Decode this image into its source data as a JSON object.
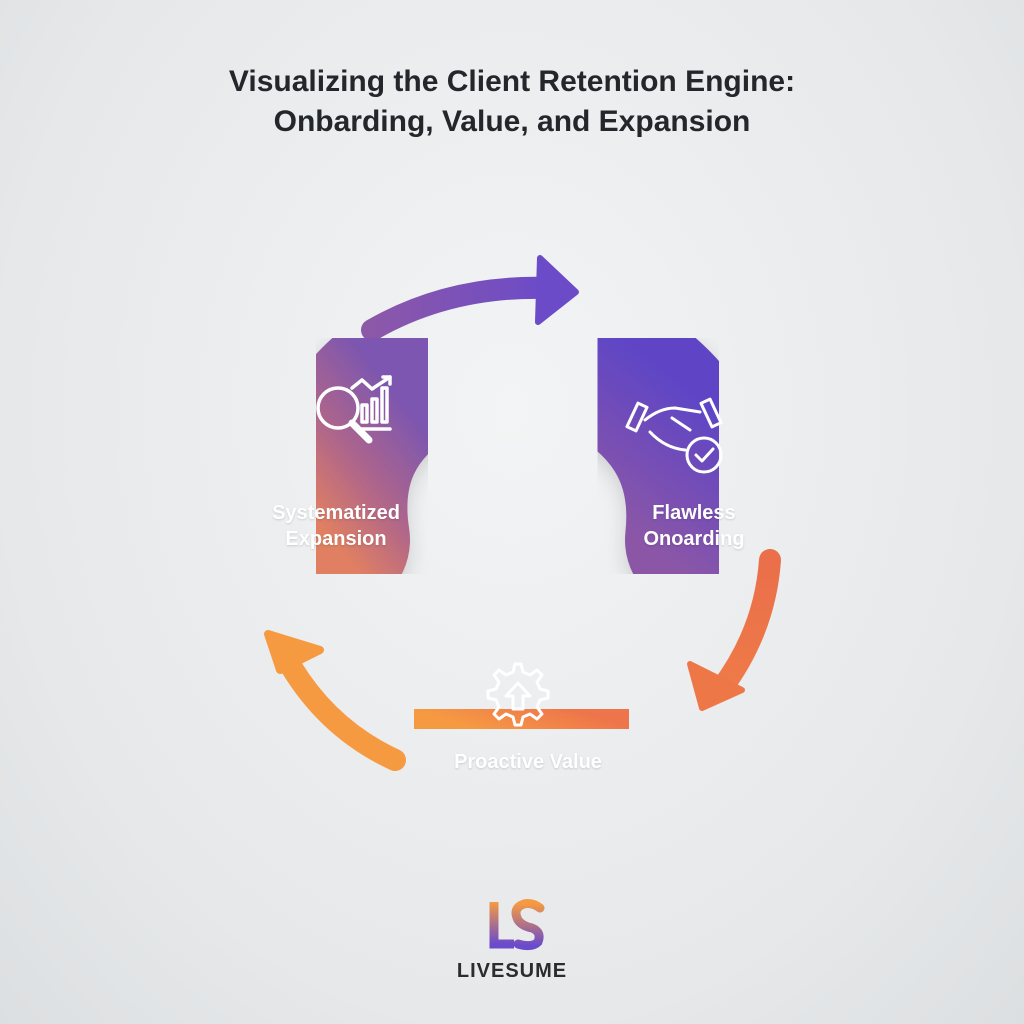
{
  "title_lines": [
    "Visualizing the Client Retention Engine:",
    "Onbarding, Value, and Expansion"
  ],
  "stages": [
    {
      "line1": "Systematized",
      "line2": "Expansion",
      "icon": "magnifier-growth-chart-icon"
    },
    {
      "line1": "Flawless",
      "line2": "Onoarding",
      "icon": "handshake-check-icon"
    },
    {
      "line1": "Proactive Value",
      "icon": "gear-up-arrow-icon"
    }
  ],
  "colors": {
    "purple": "#5f46c6",
    "mauve": "#8a58a8",
    "orange": "#f5993f",
    "coral": "#ec6e4a",
    "text": "#23272b"
  },
  "brand": {
    "logo_letters": "LS",
    "name": "LIVESUME"
  }
}
